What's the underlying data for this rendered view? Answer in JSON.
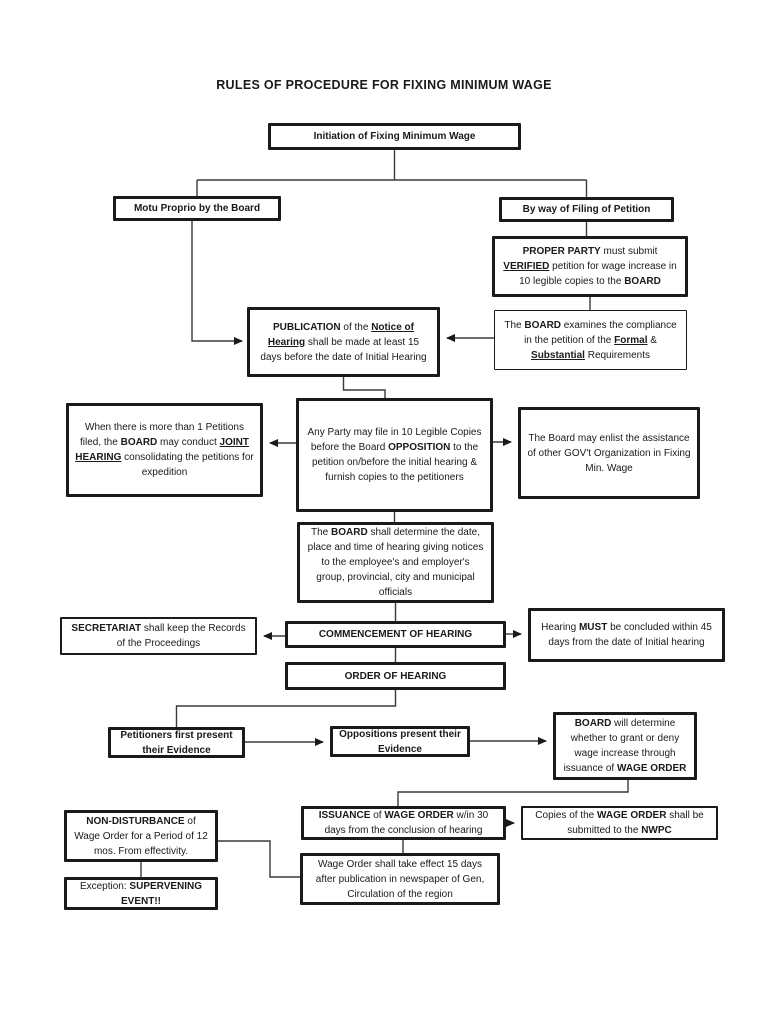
{
  "page": {
    "title": "RULES OF PROCEDURE FOR FIXING MINIMUM WAGE"
  },
  "colors": {
    "background": "#ffffff",
    "box_border": "#1a1a1a",
    "connector": "#3a3a3a",
    "text": "#1a1a1a"
  },
  "nodes": {
    "initiation": {
      "segments": [
        {
          "t": "Initiation of Fixing Minimum Wage",
          "b": true
        }
      ]
    },
    "motu": {
      "segments": [
        {
          "t": "Motu Proprio by the Board",
          "b": true
        }
      ]
    },
    "byway": {
      "segments": [
        {
          "t": "By way of Filing of Petition",
          "b": true
        }
      ]
    },
    "proper": {
      "segments": [
        {
          "t": "PROPER PARTY",
          "b": true
        },
        {
          "t": " must submit "
        },
        {
          "t": "VERIFIED",
          "b": true,
          "u": true
        },
        {
          "t": " petition for wage increase in 10 legible copies to the "
        },
        {
          "t": "BOARD",
          "b": true
        }
      ]
    },
    "examines": {
      "segments": [
        {
          "t": "The "
        },
        {
          "t": "BOARD",
          "b": true
        },
        {
          "t": " examines the compliance in the petition of the "
        },
        {
          "t": "Formal",
          "b": true,
          "u": true
        },
        {
          "t": " & "
        },
        {
          "t": "Substantial",
          "b": true,
          "u": true
        },
        {
          "t": " Requirements"
        }
      ]
    },
    "publication": {
      "segments": [
        {
          "t": "PUBLICATION",
          "b": true
        },
        {
          "t": " of the "
        },
        {
          "t": "Notice of Hearing",
          "b": true,
          "u": true
        },
        {
          "t": " shall be made at least 15 days before the date of Initial Hearing"
        }
      ]
    },
    "joint": {
      "segments": [
        {
          "t": "When there is more than 1 Petitions filed, the "
        },
        {
          "t": "BOARD",
          "b": true
        },
        {
          "t": " may conduct "
        },
        {
          "t": "JOINT HEARING",
          "b": true,
          "u": true
        },
        {
          "t": " consolidating the petitions for expedition"
        }
      ]
    },
    "anyparty": {
      "segments": [
        {
          "t": "Any Party may file in 10 Legible Copies before the Board "
        },
        {
          "t": "OPPOSITION",
          "b": true
        },
        {
          "t": " to the petition on/before the initial hearing & furnish copies to the petitioners"
        }
      ]
    },
    "enlist": {
      "segments": [
        {
          "t": "The Board may enlist the assistance of other GOV't Organization in Fixing Min. Wage"
        }
      ]
    },
    "determine_date": {
      "segments": [
        {
          "t": "The "
        },
        {
          "t": "BOARD",
          "b": true
        },
        {
          "t": " shall determine the date, place and time of hearing giving notices to the employee's and employer's group, provincial, city and municipal officials"
        }
      ]
    },
    "secretariat": {
      "segments": [
        {
          "t": "SECRETARIAT",
          "b": true
        },
        {
          "t": " shall keep the Records of the Proceedings"
        }
      ]
    },
    "commencement": {
      "segments": [
        {
          "t": "COMMENCEMENT OF HEARING",
          "b": true
        }
      ]
    },
    "hearing45": {
      "segments": [
        {
          "t": "Hearing "
        },
        {
          "t": "MUST",
          "b": true
        },
        {
          "t": " be concluded within 45 days from the date of Initial hearing"
        }
      ]
    },
    "order": {
      "segments": [
        {
          "t": "ORDER OF HEARING",
          "b": true
        }
      ]
    },
    "petitioners": {
      "segments": [
        {
          "t": "Petitioners first present their Evidence",
          "b": true
        }
      ]
    },
    "oppositions": {
      "segments": [
        {
          "t": "Oppositions present their Evidence",
          "b": true
        }
      ]
    },
    "board_determine": {
      "segments": [
        {
          "t": "BOARD",
          "b": true
        },
        {
          "t": " will determine whether to grant or deny wage increase through issuance of "
        },
        {
          "t": "WAGE ORDER",
          "b": true
        }
      ]
    },
    "issuance": {
      "segments": [
        {
          "t": "ISSUANCE",
          "b": true
        },
        {
          "t": " of "
        },
        {
          "t": "WAGE ORDER",
          "b": true
        },
        {
          "t": " w/in 30 days from the conclusion of hearing"
        }
      ]
    },
    "copies": {
      "segments": [
        {
          "t": "Copies of the "
        },
        {
          "t": "WAGE ORDER",
          "b": true
        },
        {
          "t": " shall be submitted to the "
        },
        {
          "t": "NWPC",
          "b": true
        }
      ]
    },
    "nondisturbance": {
      "segments": [
        {
          "t": "NON-DISTURBANCE",
          "b": true
        },
        {
          "t": " of Wage Order for a Period of 12 mos. From effectivity."
        }
      ]
    },
    "wage_effect": {
      "segments": [
        {
          "t": "Wage Order shall take effect 15 days after publication in newspaper of Gen, Circulation of the region"
        }
      ]
    },
    "exception": {
      "segments": [
        {
          "t": "Exception: "
        },
        {
          "t": "SUPERVENING EVENT!!",
          "b": true
        }
      ]
    }
  }
}
